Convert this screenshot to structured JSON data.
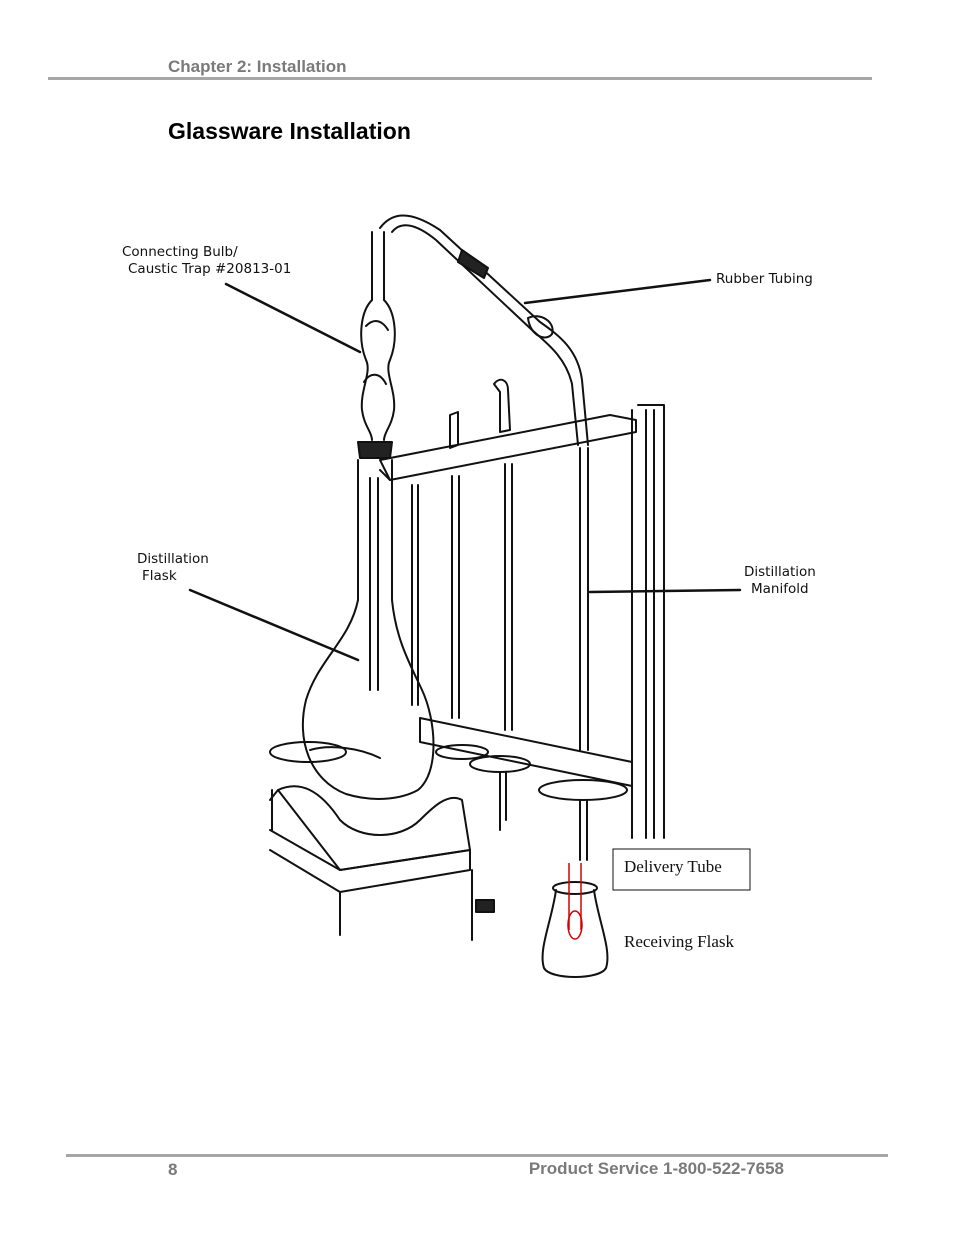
{
  "header": {
    "chapter": "Chapter 2: Installation"
  },
  "section": {
    "title": "Glassware Installation"
  },
  "figure": {
    "labels": {
      "connecting_bulb_line1": "Connecting Bulb/",
      "connecting_bulb_line2": "Caustic Trap #20813-01",
      "rubber_tubing": "Rubber Tubing",
      "distillation_flask_line1": "Distillation",
      "distillation_flask_line2": "Flask",
      "distillation_manifold_line1": "Distillation",
      "distillation_manifold_line2": "Manifold",
      "delivery_tube": "Delivery Tube",
      "receiving_flask": "Receiving Flask"
    },
    "colors": {
      "line": "#111111",
      "accent": "#d40000"
    }
  },
  "footer": {
    "page_number": "8",
    "product_service": "Product Service 1-800-522-7658"
  }
}
